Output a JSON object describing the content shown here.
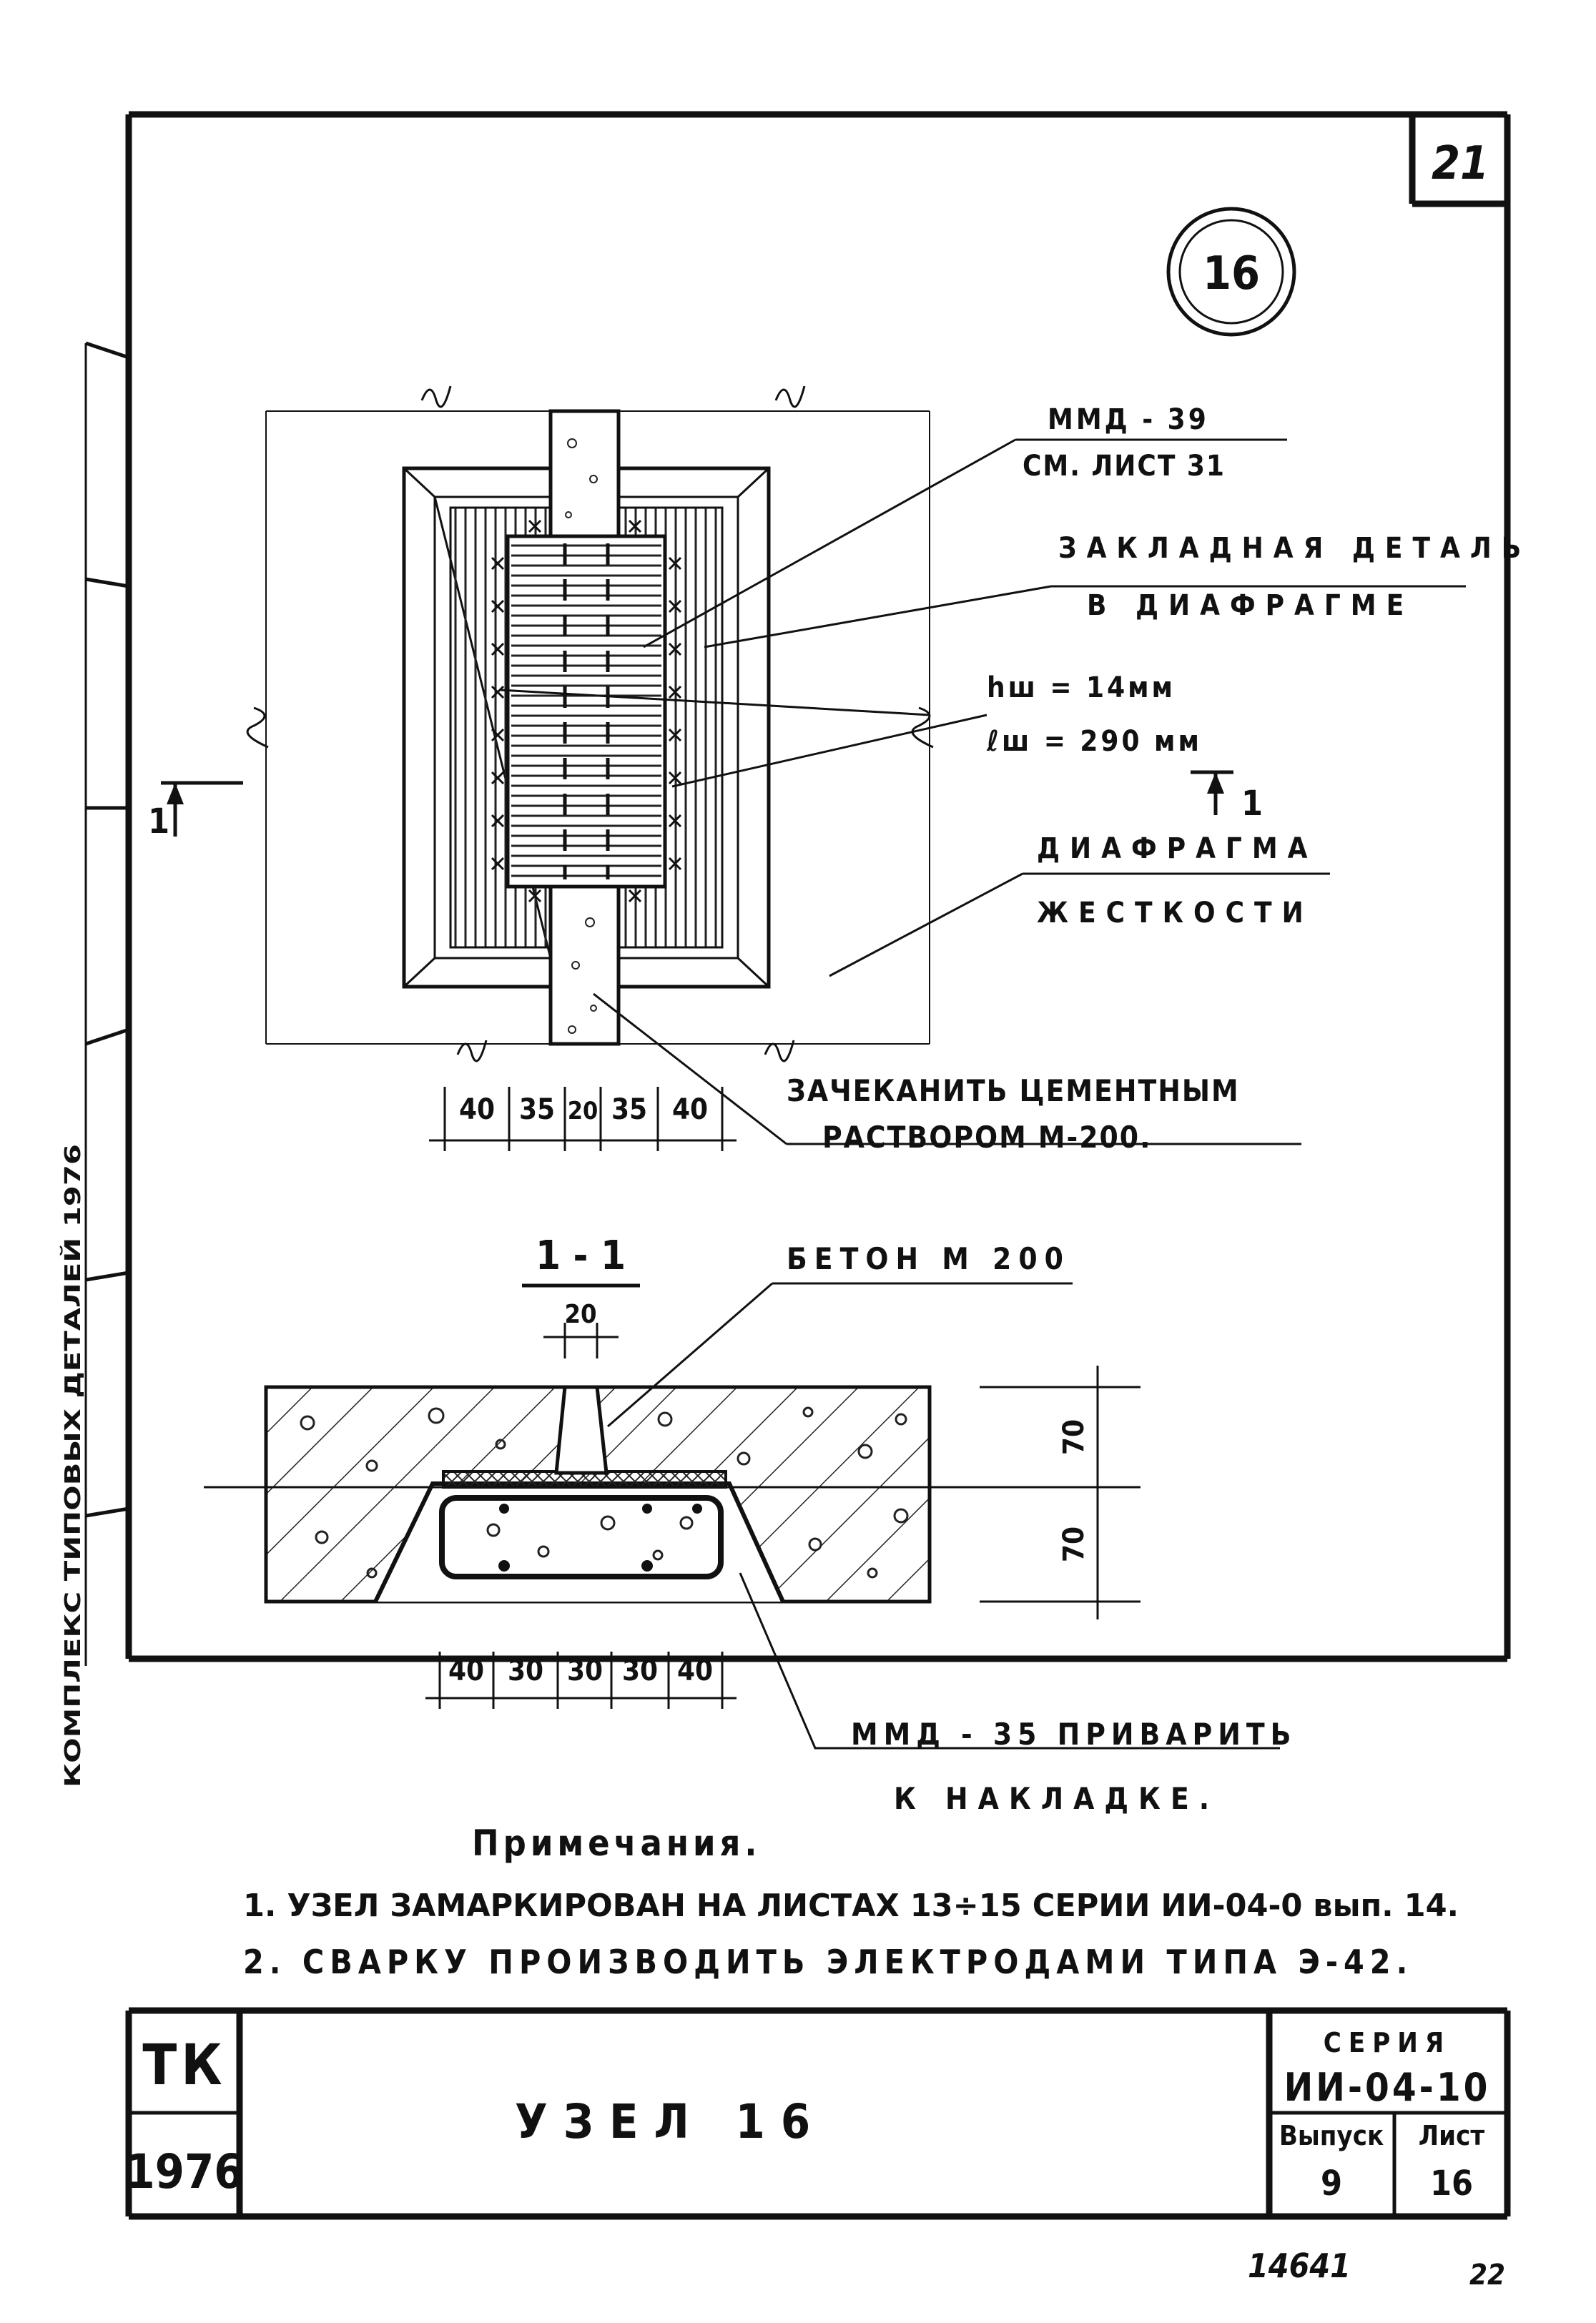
{
  "sheet_number": "21",
  "node_label": "16",
  "plan": {
    "dims": [
      "40",
      "35",
      "20",
      "35",
      "40"
    ],
    "leaders": {
      "mmd39_line1": "ММД - 39",
      "mmd39_line2": "СМ. ЛИСТ 31",
      "embedded_line1": "ЗАКЛАДНАЯ ДЕТАЛЬ",
      "embedded_line2": "В ДИАФРАГМЕ",
      "weld_h": "hш = 14мм",
      "weld_l": "ℓш = 290 мм",
      "diaphragm_line1": "ДИАФРАГМА",
      "diaphragm_line2": "ЖЕСТКОСТИ",
      "grout_line1": "ЗАЧЕКАНИТЬ ЦЕМЕНТНЫМ",
      "grout_line2": "РАСТВОРОМ М-200."
    },
    "section_mark_left": "1",
    "section_mark_right": "1"
  },
  "section": {
    "title": "1 - 1",
    "top_dim": "20",
    "concrete_label": "БЕТОН М 200",
    "right_dims": [
      "70",
      "70"
    ],
    "bottom_dims": [
      "40",
      "30",
      "30",
      "30",
      "40"
    ],
    "mmd35_line1": "ММД - 35 ПРИВАРИТЬ",
    "mmd35_line2": "К НАКЛАДКЕ."
  },
  "notes": {
    "heading": "Примечания.",
    "items": [
      "1. УЗЕЛ ЗАМАРКИРОВАН НА ЛИСТАХ 13÷15 СЕРИИ ИИ-04-0 вып. 14.",
      "2. СВАРКУ ПРОИЗВОДИТЬ ЭЛЕКТРОДАМИ ТИПА Э-42."
    ]
  },
  "title_block": {
    "org": "ТК",
    "year": "1976",
    "title": "УЗЕЛ 16",
    "series_label": "СЕРИЯ",
    "series_value": "ИИ-04-10",
    "issue_label": "Выпуск",
    "issue_value": "9",
    "sheet_label": "Лист",
    "sheet_value": "16"
  },
  "footer": {
    "archive_number": "14641",
    "page_number": "22"
  },
  "side_stamp": "КОМПЛЕКС ТИПОВЫХ ДЕТАЛЕЙ 1976"
}
